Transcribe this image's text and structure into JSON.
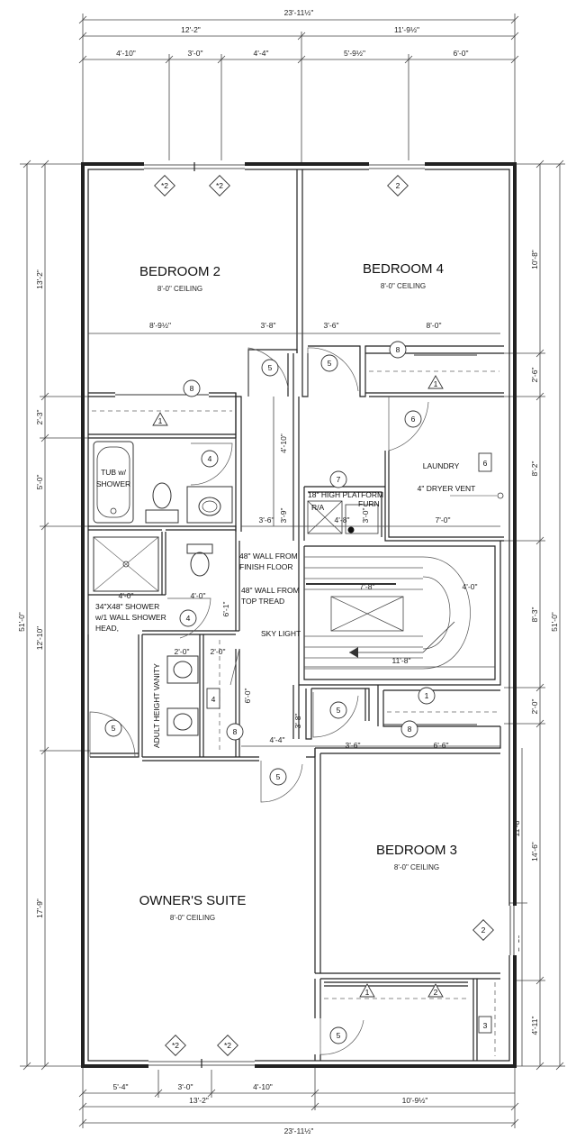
{
  "rooms": {
    "bedroom2": {
      "name": "BEDROOM 2",
      "ceiling": "8'-0\" CEILING"
    },
    "bedroom4": {
      "name": "BEDROOM 4",
      "ceiling": "8'-0\" CEILING"
    },
    "bedroom3": {
      "name": "BEDROOM 3",
      "ceiling": "8'-0\" CEILING"
    },
    "owners": {
      "name": "OWNER'S SUITE",
      "ceiling": "8'-0\" CEILING"
    },
    "laundry": {
      "name": "LAUNDRY"
    }
  },
  "notes": {
    "tub": [
      "TUB w/",
      "SHOWER"
    ],
    "dryer": "4\" DRYER VENT",
    "platform": "18\" HIGH PLATFORM",
    "furn": "FURN",
    "ra": "R/A",
    "wall_finish": [
      "48\"  WALL FROM",
      "FINISH FLOOR"
    ],
    "wall_tread": [
      "48\"  WALL FROM",
      "TOP TREAD"
    ],
    "skylight": "SKY LIGHT",
    "shower": [
      "34\"X48\" SHOWER",
      "w/1 WALL SHOWER",
      "HEAD,"
    ],
    "vanity": "ADULT HEIGHT VANITY"
  },
  "dims": {
    "top_total": "23'-11½\"",
    "top_left": "12'-2\"",
    "top_right": "11'-9½\"",
    "top_seg1": "4'-10\"",
    "top_seg2": "3'-0\"",
    "top_seg3": "4'-4\"",
    "top_seg4": "5'-9½\"",
    "top_seg5": "6'-0\"",
    "bot_total": "23'-11½\"",
    "bot_left": "13'-2\"",
    "bot_right": "10'-9½\"",
    "bot_seg1": "5'-4\"",
    "bot_seg2": "3'-0\"",
    "bot_seg3": "4'-10\"",
    "left_total": "51'-0\"",
    "left_1": "13'-2\"",
    "left_2": "2'-3\"",
    "left_3": "5'-0\"",
    "left_4": "12'-10\"",
    "left_5": "17'-9\"",
    "right_total": "51'-0\"",
    "right_1": "10'-8\"",
    "right_2": "2'-6\"",
    "right_3": "8'-2\"",
    "right_4": "8'-3\"",
    "right_5": "2'-0\"",
    "right_6": "14'-6\"",
    "right_7": "11'-8\"",
    "right_8": "2'-10\"",
    "right_9": "4'-11\"",
    "b2_width": "8'-9½\"",
    "b2_hall": "3'-8\"",
    "b4_hall": "3'-6\"",
    "b4_width": "8'-0\"",
    "hall_4_10": "4'-10\"",
    "hall_3_6": "3'-6\"",
    "hall_3_9": "3'-9\"",
    "furn_4_8": "4'-8\"",
    "furn_3_0": "3'-0\"",
    "laundry_7_0": "7'-0\"",
    "stair_7_8": "7'-8\"",
    "stair_4_0": "4'-0\"",
    "stair_11_8": "11'-8\"",
    "bath_4_0a": "4'-0\"",
    "bath_4_0b": "4'-0\"",
    "bath_6_1": "6'-1\"",
    "van_2_0a": "2'-0\"",
    "van_2_0b": "2'-0\"",
    "hall_6_0": "6'-0\"",
    "hall_3_8": "3'-8\"",
    "hall_4_4": "4'-4\"",
    "b3_3_6": "3'-6\"",
    "b3_6_6": "6'-6\""
  },
  "tags": {
    "w2a": "*2",
    "w2b": "*2",
    "w2c": "2",
    "t8a": "8",
    "t8b": "8",
    "t8c": "8",
    "t8d": "8",
    "t5a": "5",
    "t5b": "5",
    "t5c": "5",
    "t5d": "5",
    "t5e": "5",
    "t5f": "5",
    "t6": "6",
    "t4a": "4",
    "t4b": "4",
    "t4c": "4",
    "t7": "7",
    "t1a": "1",
    "t1b": "1",
    "t1c": "1",
    "t1d": "1",
    "t2a": "2",
    "t2b": "2",
    "t3": "3",
    "t6b": "6",
    "w2d": "*2",
    "w2e": "*2"
  }
}
